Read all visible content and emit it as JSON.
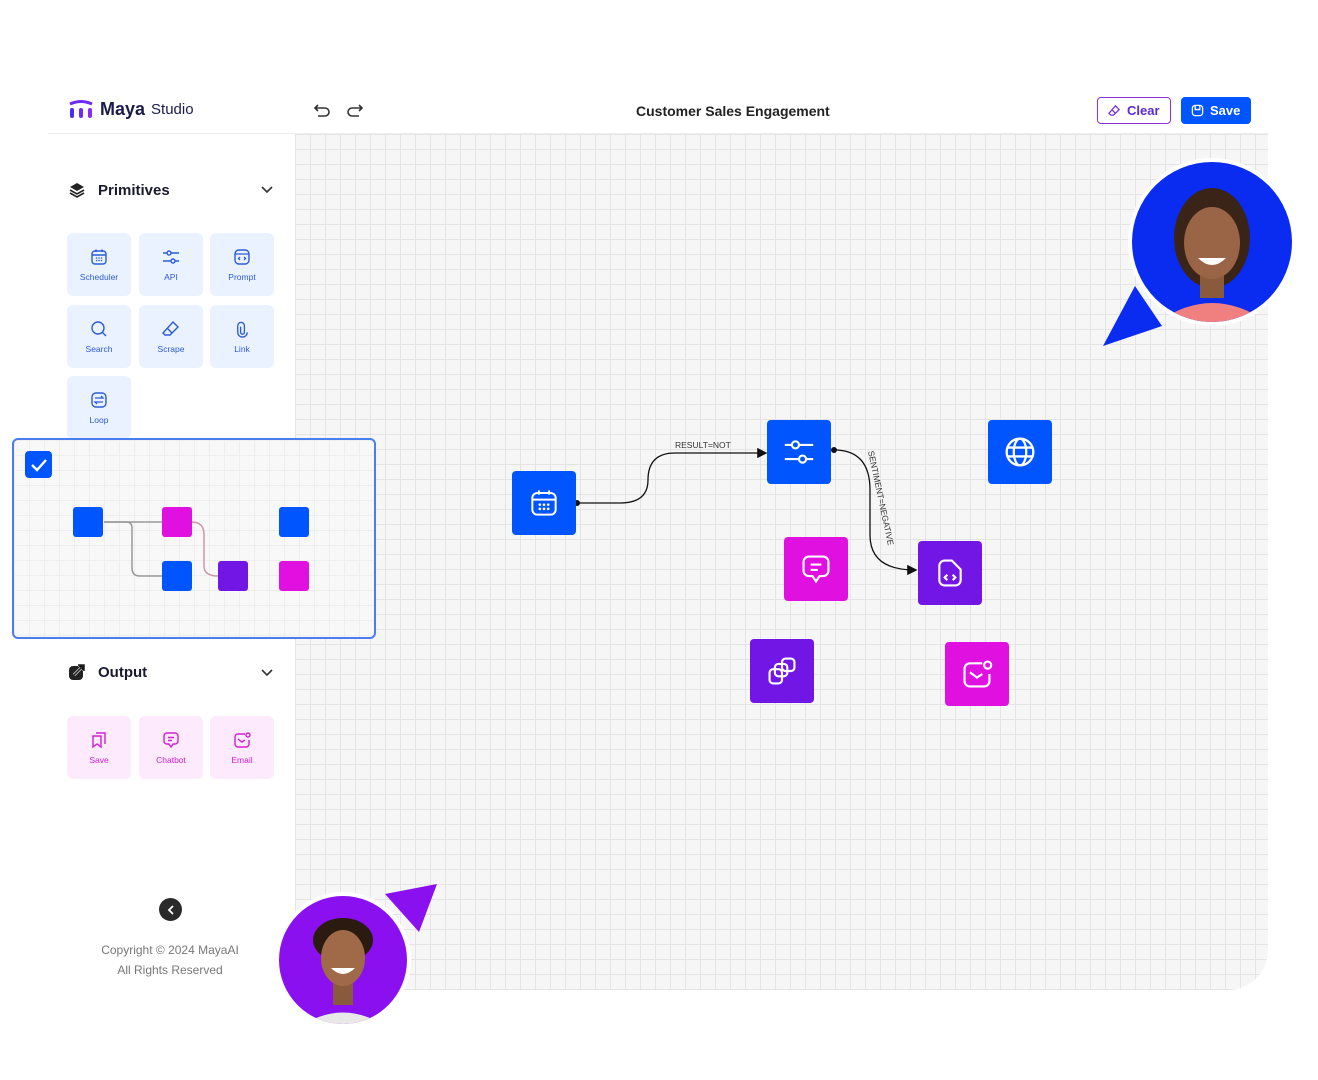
{
  "app": {
    "brand": "Maya",
    "brand_suffix": "Studio",
    "title": "Customer Sales Engagement"
  },
  "toolbar": {
    "clear_label": "Clear",
    "save_label": "Save",
    "undo": "undo-icon",
    "redo": "redo-icon"
  },
  "sidebar": {
    "primitives": {
      "title": "Primitives",
      "items": [
        {
          "label": "Scheduler",
          "icon": "calendar"
        },
        {
          "label": "API",
          "icon": "sliders"
        },
        {
          "label": "Prompt",
          "icon": "code-window"
        },
        {
          "label": "Search",
          "icon": "search"
        },
        {
          "label": "Scrape",
          "icon": "eraser"
        },
        {
          "label": "Link",
          "icon": "paperclip"
        },
        {
          "label": "Loop",
          "icon": "loop"
        }
      ]
    },
    "output": {
      "title": "Output",
      "items": [
        {
          "label": "Save",
          "icon": "copy"
        },
        {
          "label": "Chatbot",
          "icon": "chat"
        },
        {
          "label": "Email",
          "icon": "mail"
        }
      ]
    },
    "copyright": "Copyright © 2024 MayaAI",
    "rights": "All Rights Reserved"
  },
  "canvas": {
    "edges": [
      {
        "label": "RESULT=NOT"
      },
      {
        "label": "SENTIMENT=NEGATIVE"
      }
    ]
  },
  "colors": {
    "blue": "#0055FF",
    "magenta": "#E010E0",
    "purple": "#7216E6"
  }
}
